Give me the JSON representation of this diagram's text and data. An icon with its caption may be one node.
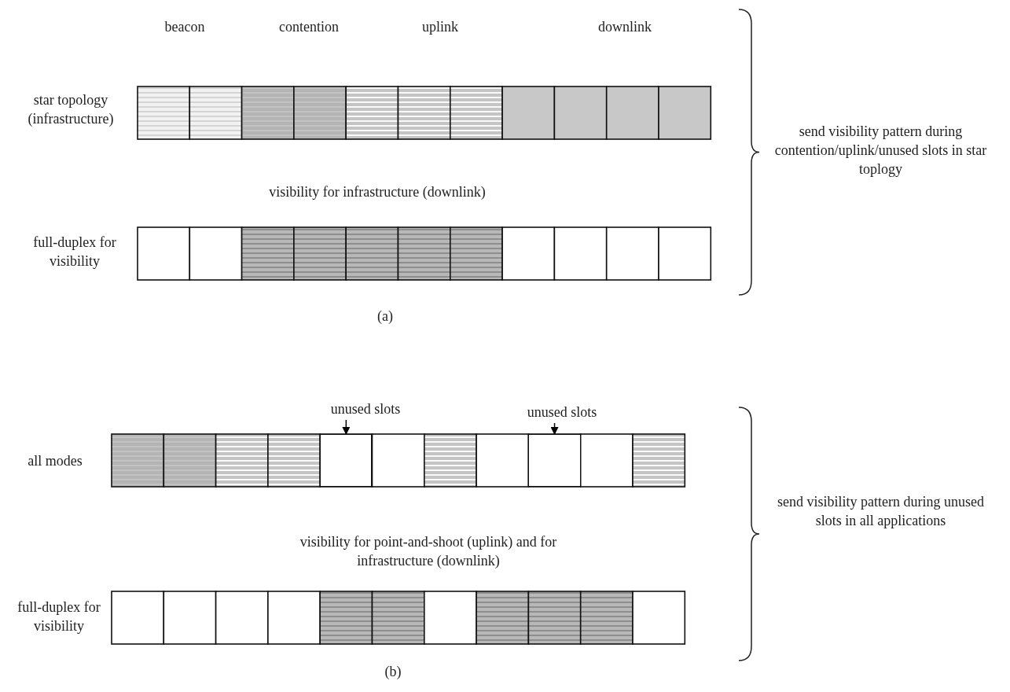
{
  "diagram": {
    "nodes": [
      {
        "text": [
          "unused slots"
        ]
      },
      {
        "text": [
          "unused slots"
        ]
      },
      {
        "text": [],
        "shape": "box"
      },
      {
        "text": [],
        "shape": "box"
      }
    ],
    "edges": [
      {
        "from": 0,
        "to": 2,
        "arrow": "to"
      },
      {
        "from": 1,
        "to": 3,
        "arrow": "to"
      }
    ],
    "labels": [
      "beacon",
      "contention",
      "uplink",
      "downlink",
      "star topology (infrastructure)",
      "send visibility pattern during contention/uplink/unused slots in star toplogy",
      "visibility for infrastructure (downlink)",
      "full-duplex for visibility",
      "(a)",
      "all modes",
      "send visibility pattern during unused slots in all applications",
      "visibility for point-and-shoot (uplink) and for infrastructure (downlink)",
      "full-duplex for visibility",
      "(b)"
    ]
  }
}
